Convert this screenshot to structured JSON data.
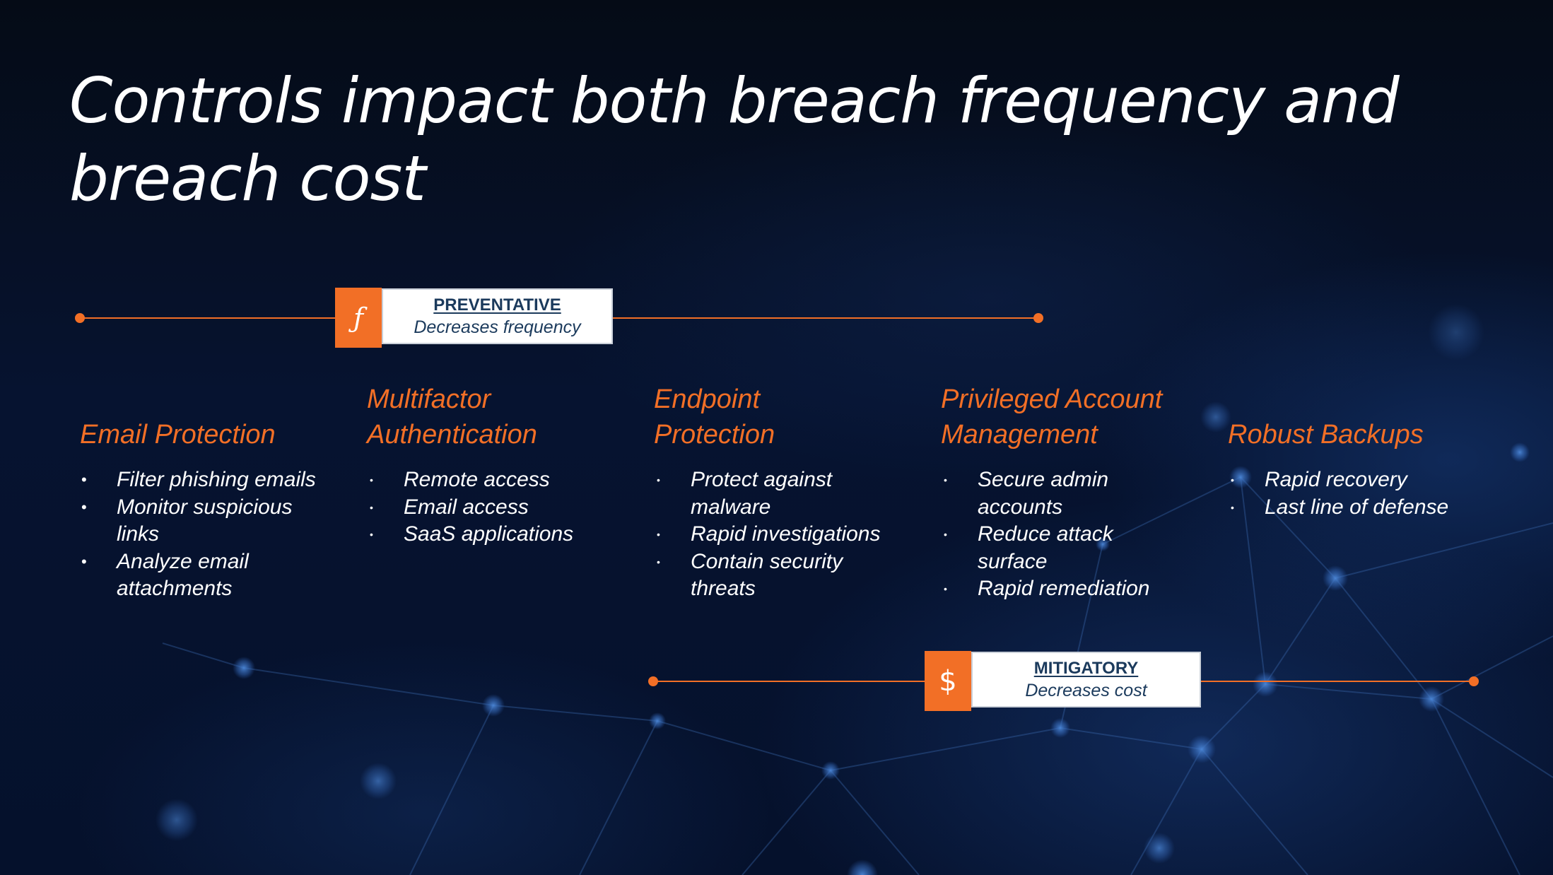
{
  "slide": {
    "title": "Controls impact both breach frequency and breach cost",
    "accent_color": "#F26F26",
    "label_color": "#1B3A5C",
    "background_color": "#040D1F"
  },
  "preventative": {
    "icon": "function-f-icon",
    "icon_glyph": "ƒ",
    "label": "PREVENTATIVE",
    "subtitle": "Decreases frequency"
  },
  "mitigatory": {
    "icon": "dollar-icon",
    "icon_glyph": "$",
    "label": "MITIGATORY",
    "subtitle": "Decreases cost"
  },
  "controls": [
    {
      "heading": "Email Protection",
      "bullets": [
        "Filter phishing emails",
        "Monitor suspicious links",
        "Analyze email attachments"
      ]
    },
    {
      "heading": "Multifactor Authentication",
      "bullets": [
        "Remote access",
        "Email access",
        "SaaS applications"
      ]
    },
    {
      "heading": "Endpoint Protection",
      "bullets": [
        "Protect against malware",
        "Rapid investigations",
        "Contain security threats"
      ]
    },
    {
      "heading": "Privileged Account Management",
      "bullets": [
        "Secure admin accounts",
        "Reduce attack surface",
        "Rapid remediation"
      ]
    },
    {
      "heading": "Robust Backups",
      "bullets": [
        "Rapid recovery",
        "Last line of defense"
      ]
    }
  ]
}
